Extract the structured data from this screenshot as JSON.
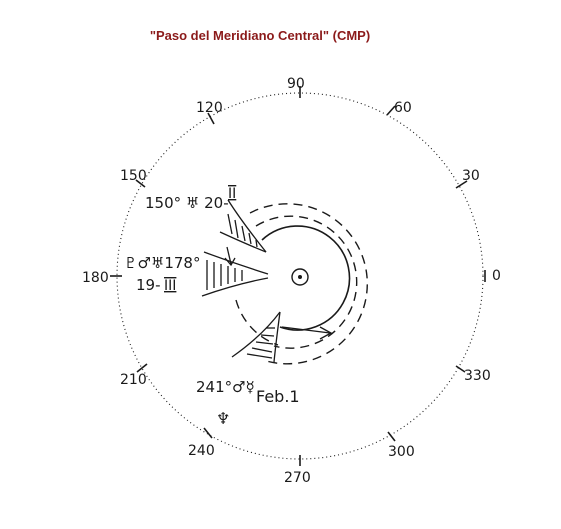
{
  "title": "\"Paso del Meridiano Central\" (CMP)",
  "colors": {
    "title": "#8b1a1a",
    "ink": "#1a1a1a"
  },
  "degree_labels": [
    "0",
    "30",
    "60",
    "90",
    "120",
    "150",
    "180",
    "210",
    "240",
    "270",
    "300",
    "330"
  ],
  "annotations": {
    "a1_line1": "150° ♅ 20-",
    "a1_roman": "II",
    "a2_line1": "♇♂♅178°",
    "a2_line2": "19-",
    "a2_roman": "III",
    "a3_line1": "241°",
    "a3_planets": "♂☿",
    "a3_date": "Feb.1",
    "a3_neptune": "♆"
  }
}
